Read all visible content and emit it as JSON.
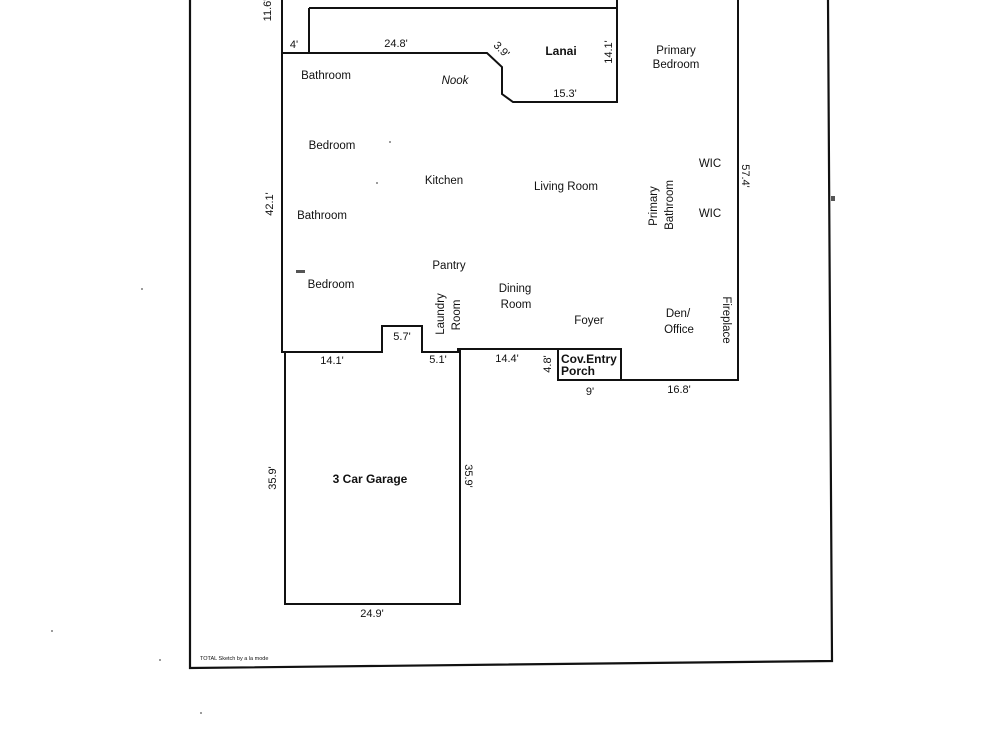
{
  "rooms": {
    "lanai": "Lanai",
    "primary_bedroom": [
      "Primary",
      "Bedroom"
    ],
    "bathroom_upper": "Bathroom",
    "nook": "Nook",
    "bedroom_upper": "Bedroom",
    "kitchen": "Kitchen",
    "living_room": "Living Room",
    "wic_upper": "WIC",
    "wic_lower": "WIC",
    "primary_bathroom": [
      "Primary",
      "Bathroom"
    ],
    "bathroom_lower": "Bathroom",
    "pantry": "Pantry",
    "bedroom_lower": "Bedroom",
    "laundry_room": [
      "Laundry",
      "Room"
    ],
    "dining_room": [
      "Dining",
      "Room"
    ],
    "foyer": "Foyer",
    "den_office": [
      "Den/",
      "Office"
    ],
    "fireplace": "Fireplace",
    "porch": [
      "Cov.Entry",
      "Porch"
    ],
    "garage": "3 Car Garage"
  },
  "dimensions": {
    "d_11_6": "11.6'",
    "d_4": "4'",
    "d_24_8": "24.8'",
    "d_3_9": "3.9'",
    "d_14_1_lanai": "14.1'",
    "d_15_3": "15.3'",
    "d_57_4": "57.4'",
    "d_42_1": "42.1'",
    "d_5_7": "5.7'",
    "d_14_1_left": "14.1'",
    "d_5_1": "5.1'",
    "d_14_4": "14.4'",
    "d_4_8": "4.8'",
    "d_9": "9'",
    "d_16_8": "16.8'",
    "d_35_9_left": "35.9'",
    "d_35_9_right": "35.9'",
    "d_24_9": "24.9'"
  },
  "credit": "TOTAL Sketch by a la mode"
}
